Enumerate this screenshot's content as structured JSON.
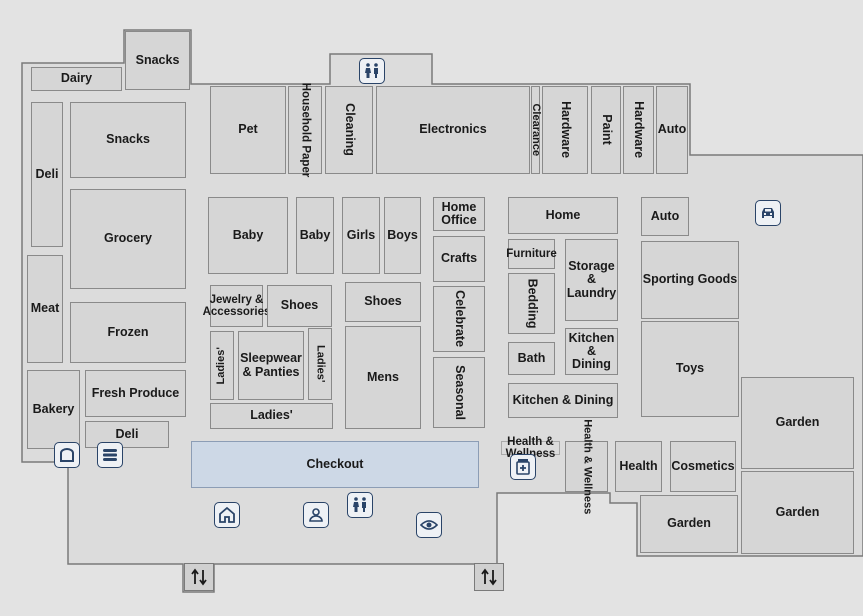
{
  "departments": {
    "dairy": "Dairy",
    "snacks_top": "Snacks",
    "snacks": "Snacks",
    "deli_left": "Deli",
    "grocery": "Grocery",
    "meat": "Meat",
    "frozen": "Frozen",
    "bakery": "Bakery",
    "fresh_produce": "Fresh Produce",
    "deli_bottom": "Deli",
    "pet": "Pet",
    "household_paper": "Household Paper",
    "cleaning": "Cleaning",
    "electronics": "Electronics",
    "clearance": "Clearance",
    "hardware_1": "Hardware",
    "paint": "Paint",
    "hardware_2": "Hardware",
    "auto_top": "Auto",
    "baby_1": "Baby",
    "baby_2": "Baby",
    "girls": "Girls",
    "boys": "Boys",
    "home_office": "Home Office",
    "crafts": "Crafts",
    "home": "Home",
    "auto": "Auto",
    "jewelry": "Jewelry & Accessories",
    "shoes_1": "Shoes",
    "shoes_2": "Shoes",
    "celebrate": "Celebrate",
    "furniture": "Furniture",
    "storage": "Storage & Laundry",
    "sporting_goods": "Sporting Goods",
    "ladies_left": "Ladies'",
    "sleepwear": "Sleepwear & Panties",
    "ladies_right": "Ladies'",
    "mens": "Mens",
    "bedding": "Bedding",
    "kitchen_dining_1": "Kitchen & Dining",
    "bath": "Bath",
    "seasonal": "Seasonal",
    "toys": "Toys",
    "ladies_bottom": "Ladies'",
    "kitchen_dining_2": "Kitchen & Dining",
    "garden_1": "Garden",
    "checkout": "Checkout",
    "health_wellness_1": "Health & Wellness",
    "health_wellness_2": "Health & Wellness",
    "health": "Health",
    "cosmetics": "Cosmetics",
    "garden_2": "Garden",
    "garden_3": "Garden"
  },
  "icons": {
    "restroom_top": "restroom-icon",
    "auto_service": "car-icon",
    "bakery": "bread-icon",
    "deli": "sandwich-icon",
    "pickup": "pickup-icon",
    "customer_service": "customer-service-icon",
    "restroom_bottom": "restroom-icon",
    "vision": "eye-icon",
    "pharmacy": "pharmacy-icon",
    "entrance_left": "entrance-arrows-icon",
    "entrance_right": "entrance-arrows-icon"
  },
  "colors": {
    "icon_accent": "#2a4468",
    "checkout_fill": "#cdd8e6"
  }
}
